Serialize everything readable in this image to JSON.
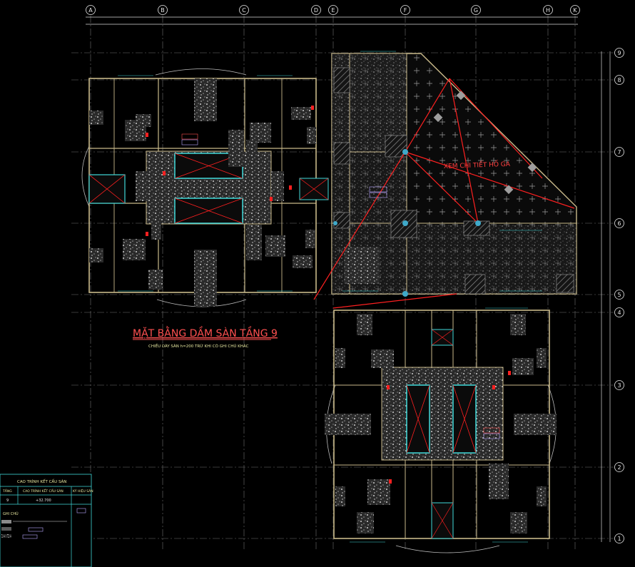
{
  "grid": {
    "columns_top": [
      "A",
      "B",
      "C",
      "D",
      "E",
      "F",
      "G",
      "H",
      "K"
    ],
    "rows_right": [
      "9",
      "8",
      "7",
      "6",
      "5",
      "4",
      "3",
      "2",
      "1"
    ]
  },
  "drawing": {
    "title": "MẶT BẰNG DẦM SÀN TẦNG 9",
    "subtitle": "CHIỀU DÀY SÀN h=200 TRỪ KHI CÓ GHI CHÚ KHÁC",
    "detail_note": "XEM CHI TIẾT HỐ GA"
  },
  "legend": {
    "title": "CAO TRÌNH KẾT CẤU SÀN",
    "headers": [
      "TẦNG",
      "CAO TRÌNH KẾT CẤU SÀN",
      "KÝ HIỆU SÀN"
    ],
    "rows": [
      [
        "9",
        "+32.700",
        ""
      ]
    ],
    "notes_title": "GHI CHÚ"
  },
  "colors": {
    "background": "#000000",
    "grid": "#e8e8e8",
    "axis": "#c8c8c8",
    "beam": "#c9b98a",
    "dim": "#3fd9d9",
    "hatch": "#b9b9b9",
    "red": "#ff2020",
    "title": "#ff5050",
    "purple": "#b7a6ff"
  }
}
